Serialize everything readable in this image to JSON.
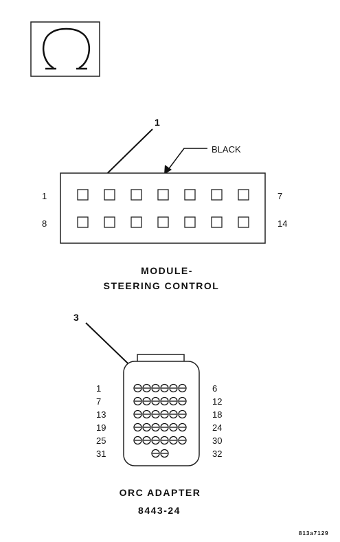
{
  "symbol": {
    "icon": "ohm-icon"
  },
  "module_connector": {
    "callout": "1",
    "color_label": "BLACK",
    "pin_labels": {
      "top_left": "1",
      "top_right": "7",
      "bottom_left": "8",
      "bottom_right": "14"
    },
    "caption_line1": "MODULE-",
    "caption_line2": "STEERING CONTROL",
    "cavities_per_row": 7,
    "rows": 2
  },
  "adapter_connector": {
    "callout": "3",
    "row_labels_left": [
      "1",
      "7",
      "13",
      "19",
      "25",
      "31"
    ],
    "row_labels_right": [
      "6",
      "12",
      "18",
      "24",
      "30",
      "32"
    ],
    "row_pin_counts": [
      6,
      6,
      6,
      6,
      6,
      2
    ],
    "caption_line1": "ORC ADAPTER",
    "caption_line2": "8443-24"
  },
  "figure_id": "813a7129"
}
